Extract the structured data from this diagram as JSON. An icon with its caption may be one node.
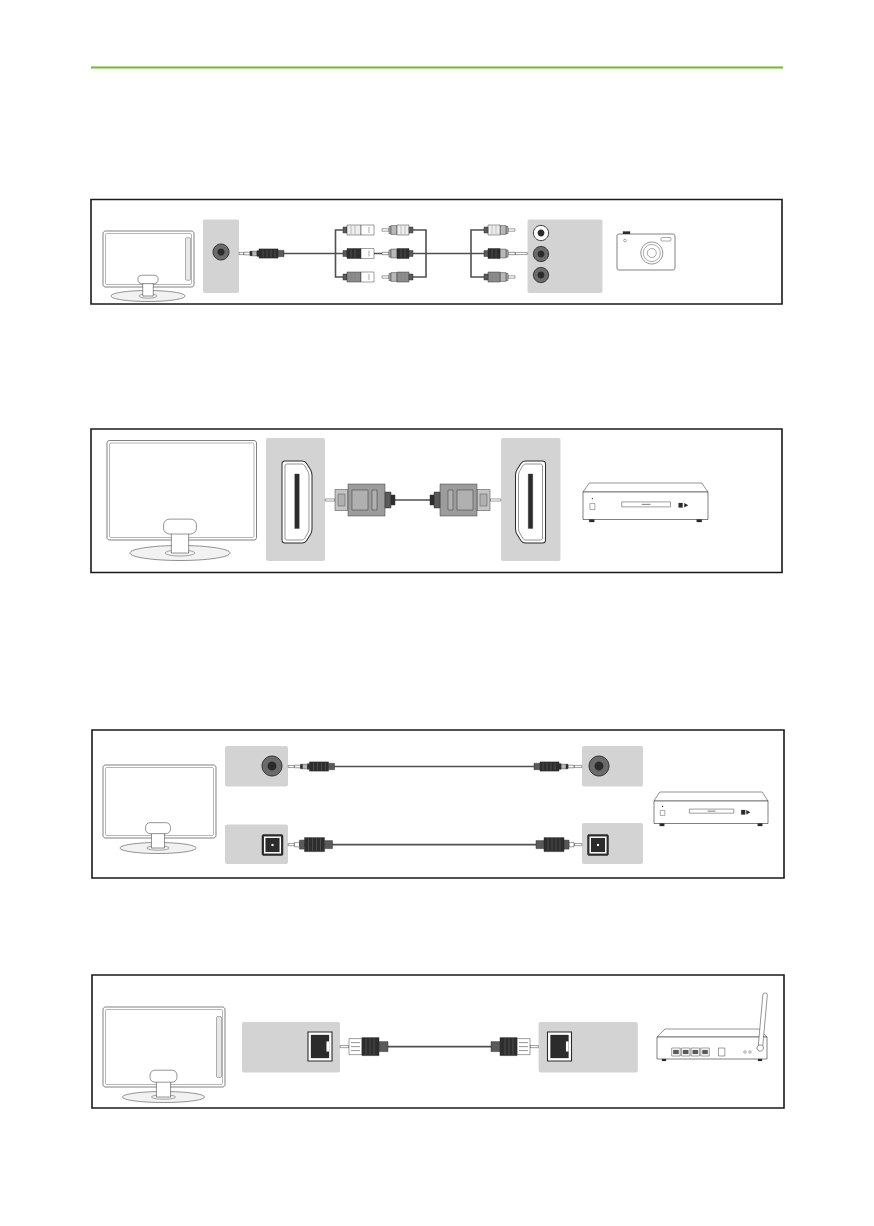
{
  "diagram": {
    "nodes": [
      {
        "text": [],
        "shape": "box"
      },
      {
        "text": [],
        "shape": "picture",
        "in": 0
      },
      {
        "text": [],
        "shape": "box",
        "in": 0
      },
      {
        "text": [],
        "shape": "box",
        "in": 0
      },
      {
        "text": [],
        "shape": "picture",
        "in": 0
      },
      {
        "text": [],
        "shape": "box"
      },
      {
        "text": [],
        "shape": "picture",
        "in": 5
      },
      {
        "text": [],
        "shape": "box",
        "in": 5
      },
      {
        "text": [],
        "shape": "box",
        "in": 5
      },
      {
        "text": [],
        "shape": "picture",
        "in": 5
      },
      {
        "text": [],
        "shape": "box"
      },
      {
        "text": [],
        "shape": "picture",
        "in": 10
      },
      {
        "text": [],
        "shape": "box",
        "in": 10
      },
      {
        "text": [],
        "shape": "box",
        "in": 10
      },
      {
        "text": [],
        "shape": "box",
        "in": 10
      },
      {
        "text": [],
        "shape": "box",
        "in": 10
      },
      {
        "text": [],
        "shape": "picture",
        "in": 10
      },
      {
        "text": [],
        "shape": "box"
      },
      {
        "text": [],
        "shape": "picture",
        "in": 17
      },
      {
        "text": [],
        "shape": "box",
        "in": 17
      },
      {
        "text": [],
        "shape": "box",
        "in": 17
      },
      {
        "text": [],
        "shape": "picture",
        "in": 17
      }
    ],
    "edges": [
      {
        "from": 2,
        "to": 3,
        "arrow": "other"
      },
      {
        "from": 7,
        "to": 8,
        "arrow": "other"
      },
      {
        "from": 12,
        "to": 14,
        "arrow": "other"
      },
      {
        "from": 13,
        "to": 15,
        "arrow": "other"
      },
      {
        "from": 19,
        "to": 20,
        "arrow": "other"
      }
    ]
  }
}
